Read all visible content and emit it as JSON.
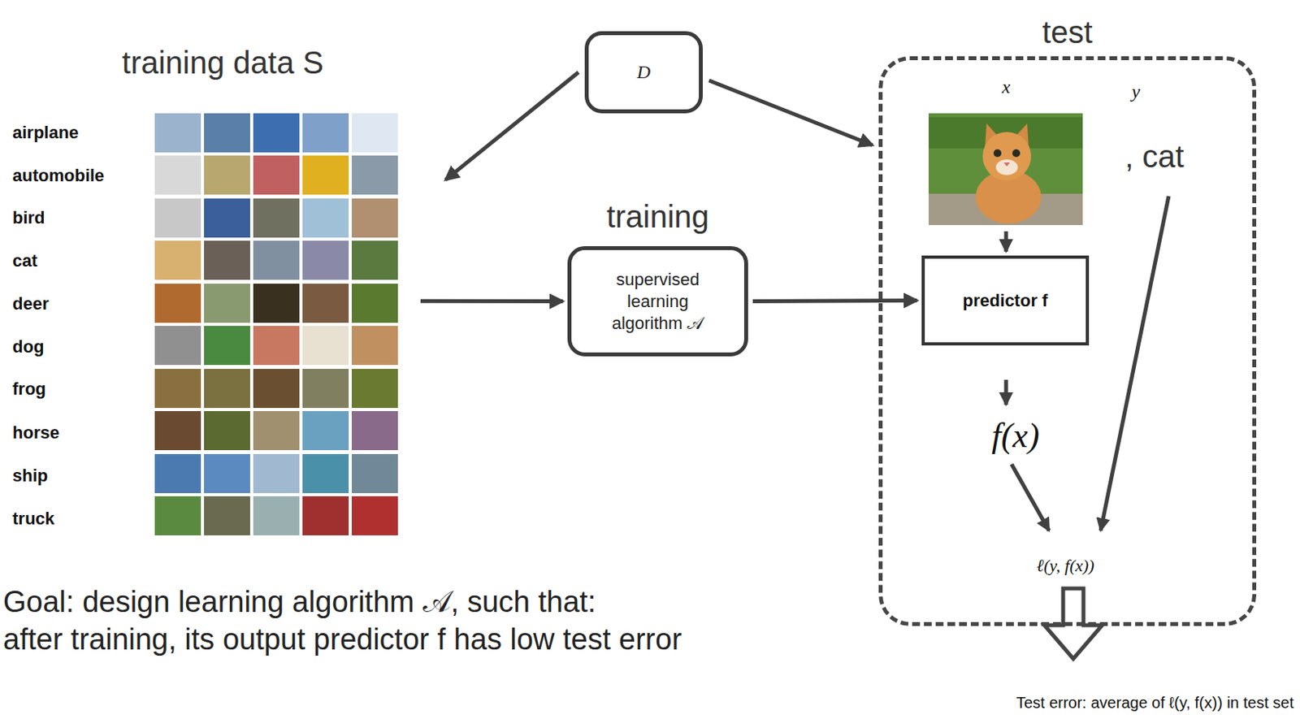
{
  "diagram": {
    "nodes": [
      {
        "text": [
          "training data S"
        ]
      },
      {
        "text": [
          "D"
        ]
      },
      {
        "text": [
          "training",
          "supervised learning algorithm 𝒜"
        ]
      },
      {
        "text": [
          "test"
        ]
      },
      {
        "text": [
          "predictor f"
        ],
        "in": 3
      }
    ],
    "edges": [
      {
        "from": 1,
        "to": 0,
        "arrow": "to"
      },
      {
        "from": 1,
        "to": 3,
        "arrow": "to"
      },
      {
        "from": 0,
        "to": 2,
        "arrow": "to"
      },
      {
        "from": 2,
        "to": 4,
        "arrow": "to"
      }
    ],
    "labels": [
      "airplane",
      "automobile",
      "bird",
      "cat",
      "deer",
      "dog",
      "frog",
      "horse",
      "ship",
      "truck",
      "x",
      "y",
      ", cat",
      "f(x)",
      "ℓ(y, f(x))",
      "Goal: design learning algorithm 𝒜, such that:",
      "after training, its output predictor f has low test error",
      "Test error: average of ℓ(y, f(x)) in test set"
    ]
  }
}
